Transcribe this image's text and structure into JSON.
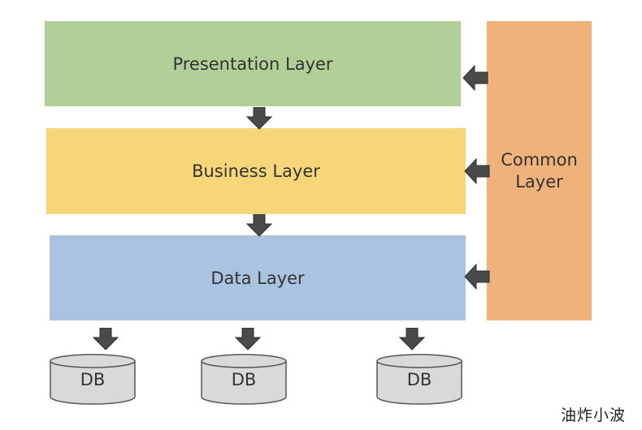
{
  "layers": {
    "presentation": {
      "label": "Presentation Layer",
      "color": "#b2cf97"
    },
    "business": {
      "label": "Business Layer",
      "color": "#f7d679"
    },
    "data": {
      "label": "Data Layer",
      "color": "#a9c3e0"
    }
  },
  "common": {
    "line1": "Common",
    "line2": "Layer",
    "color": "#efb27a"
  },
  "databases": [
    {
      "label": "DB"
    },
    {
      "label": "DB"
    },
    {
      "label": "DB"
    }
  ],
  "arrow_color": "#4a4a4a",
  "db_fill": "#d9d9d9",
  "watermark": "油炸小波"
}
